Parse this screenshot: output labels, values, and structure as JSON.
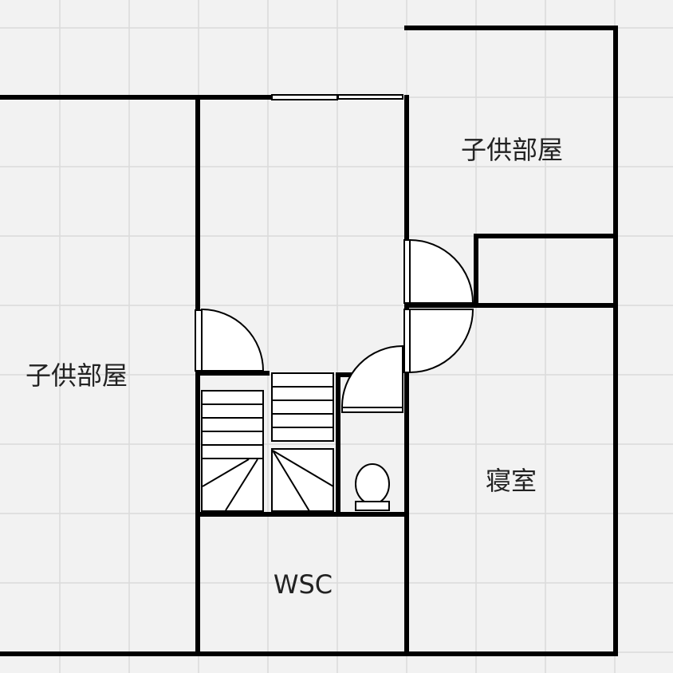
{
  "rooms": {
    "kids_room_right": "子供部屋",
    "kids_room_left": "子供部屋",
    "bedroom": "寝室",
    "wsc": "WSC"
  },
  "colors": {
    "background": "#f2f2f2",
    "grid": "#dadada",
    "wall": "#000000"
  }
}
